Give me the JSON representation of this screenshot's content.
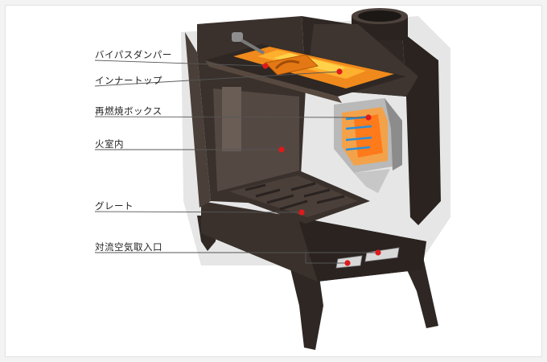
{
  "labels": [
    {
      "key": "bypass",
      "text": "バイパスダンパー"
    },
    {
      "key": "innertop",
      "text": "インナートップ"
    },
    {
      "key": "reburn",
      "text": "再燃焼ボックス"
    },
    {
      "key": "firebox",
      "text": "火室内"
    },
    {
      "key": "grate",
      "text": "グレート"
    },
    {
      "key": "convection",
      "text": "対流空気取入口"
    }
  ],
  "colors": {
    "stove_body": "#3a312c",
    "stove_dark": "#2a2320",
    "stove_light": "#5b4f48",
    "hot_orange": "#f08a1c",
    "hot_yellow": "#ffd24a",
    "marker_red": "#e01a1a",
    "leader_line": "#555555",
    "air_blue": "#2a8fd8",
    "box_grey": "#b9b9b9"
  }
}
